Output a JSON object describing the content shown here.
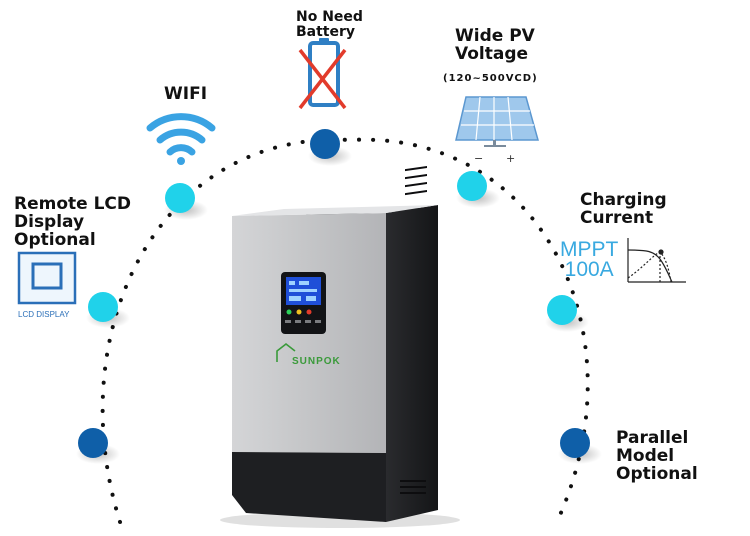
{
  "features": {
    "battery": {
      "line1": "No Need",
      "line2": "Battery"
    },
    "pv": {
      "line1": "Wide PV",
      "line2": "Voltage",
      "range": "(120~500VCD)"
    },
    "wifi": {
      "label": "WIFI"
    },
    "remote_lcd": {
      "line1": "Remote LCD",
      "line2": "Display",
      "line3": "Optional",
      "caption": "LCD DISPLAY"
    },
    "charging": {
      "line1": "Charging",
      "line2": "Current",
      "mppt_line1": "MPPT",
      "mppt_line2": "100A"
    },
    "parallel": {
      "line1": "Parallel Model",
      "line2": "Optional"
    }
  },
  "panel": {
    "minus": "−",
    "plus": "+"
  },
  "device": {
    "brand": "SUNPOK"
  },
  "colors": {
    "dark_dot": "#0f5fa8",
    "light_dot": "#20d2ea",
    "wifi_blue": "#3aa3e3",
    "battery_red": "#e23b2b",
    "device_silver": "#c8c9cb",
    "device_black": "#1e1f22"
  }
}
